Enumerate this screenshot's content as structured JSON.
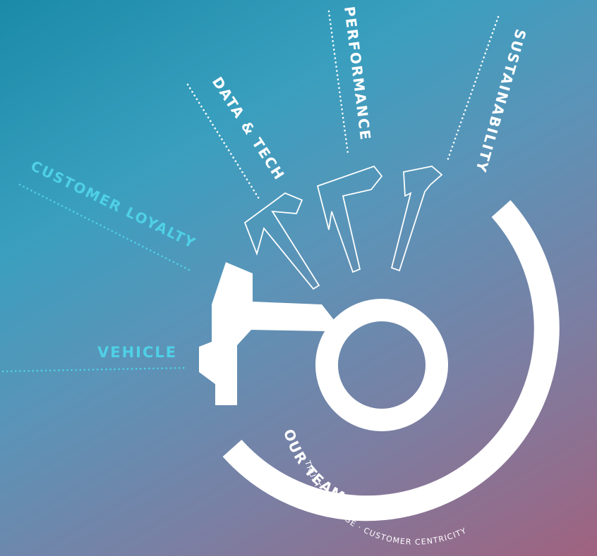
{
  "pillars": {
    "vehicle": "VEHICLE",
    "customer_loyalty": "CUSTOMER LOYALTY",
    "data_tech": "DATA & TECH",
    "performance": "PERFORMANCE",
    "sustainability": "SUSTAINABILITY"
  },
  "core": {
    "title": "OUR TEAM AND OUR VALUES",
    "values": "TRUST · COURAGE · CUSTOMER CENTRICITY"
  },
  "colors": {
    "label_cyan": "#4fd0e6",
    "label_white": "#ffffff",
    "shape_white": "#ffffff"
  }
}
